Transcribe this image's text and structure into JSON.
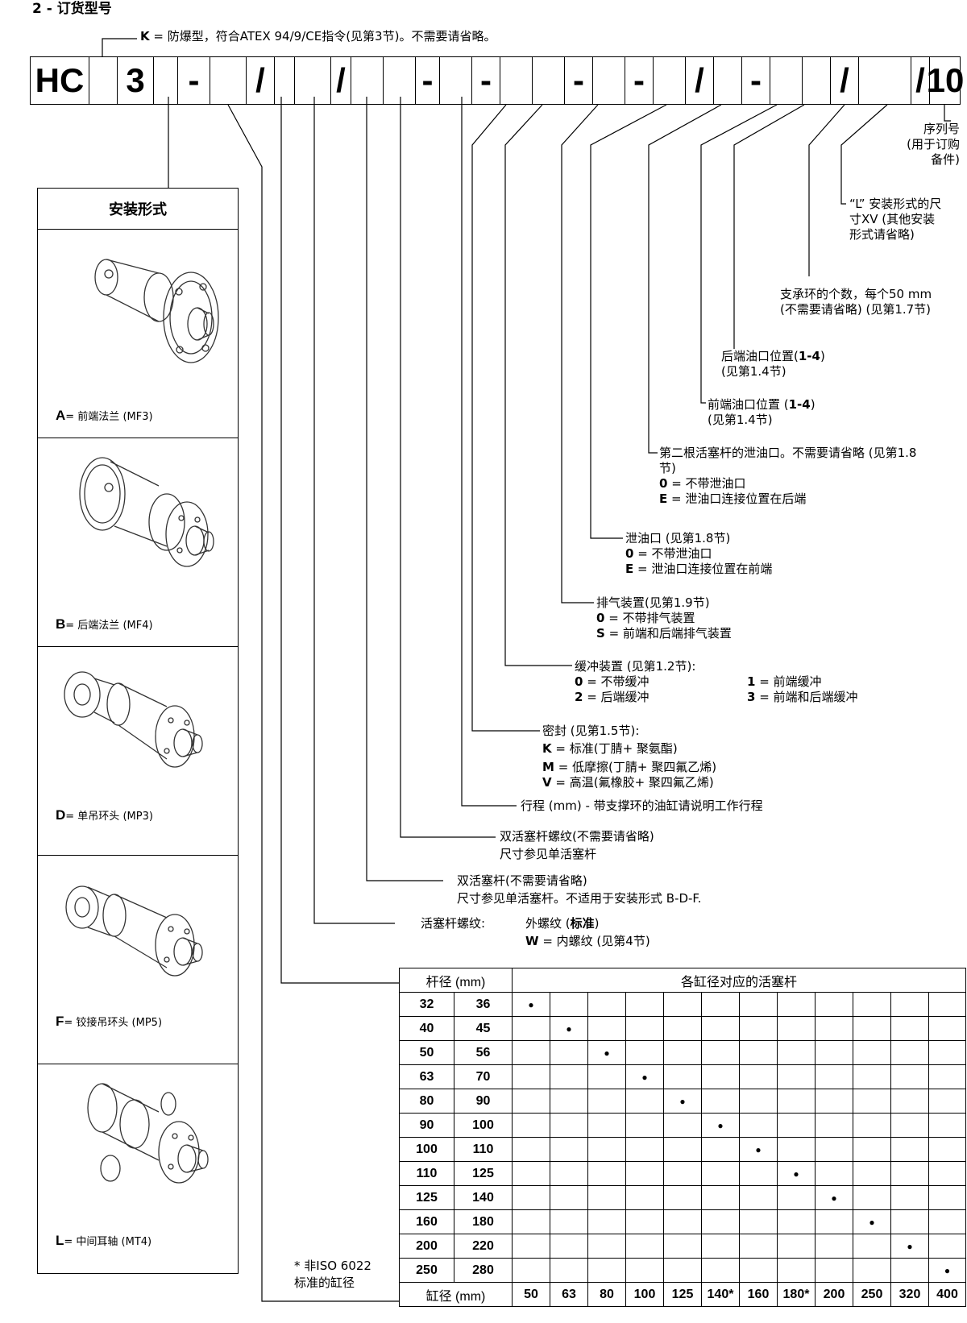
{
  "section_title": "2 - 订货型号",
  "k_note": {
    "letter": "K",
    "text": " = 防爆型，符合ATEX 94/9/CE指令(见第3节)。不需要请省略。"
  },
  "code_row": [
    "HC",
    "",
    "3",
    "",
    "-",
    "",
    "/",
    "",
    "",
    "/",
    "",
    "",
    "-",
    "",
    "-",
    "",
    "",
    "-",
    "",
    "-",
    "",
    "/",
    "",
    "-",
    "",
    "",
    "/",
    "",
    "/",
    "10"
  ],
  "serial": {
    "line1": "序列号",
    "line2": "(用于订购",
    "line3": "备件)"
  },
  "xv": {
    "line1": "“L” 安装形式的尺",
    "line2": "寸XV (其他安装",
    "line3": "形式请省略)"
  },
  "support_rings": {
    "line1": "支承环的个数，每个50 mm",
    "line2": "(不需要请省略) (见第1.7节)"
  },
  "rear_port": {
    "line1_pre": "后端油口位置(",
    "line1_bold": "1-4",
    "line1_post": ")",
    "line2": "(见第1.4节)"
  },
  "front_port": {
    "line1_pre": "前端油口位置 (",
    "line1_bold": "1-4",
    "line1_post": ")",
    "line2": "(见第1.4节)"
  },
  "second_drain": {
    "line1": "第二根活塞杆的泄油口。不需要请省略 (见第1.8",
    "line2": "节)",
    "opt0_code": "0",
    "opt0_text": " = 不带泄油口",
    "optE_code": "E",
    "optE_text": " = 泄油口连接位置在后端"
  },
  "drain": {
    "title": "泄油口 (见第1.8节)",
    "opt0_code": "0",
    "opt0_text": " = 不带泄油口",
    "optE_code": "E",
    "optE_text": " = 泄油口连接位置在前端"
  },
  "bleed": {
    "title": "排气装置(见第1.9节)",
    "opt0_code": "0",
    "opt0_text": " = 不带排气装置",
    "optS_code": "S",
    "optS_text": " = 前端和后端排气装置"
  },
  "cushion": {
    "title": "缓冲装置 (见第1.2节):",
    "opt0_code": "0",
    "opt0_text": " = 不带缓冲",
    "opt2_code": "2",
    "opt2_text": " = 后端缓冲",
    "opt1_code": "1",
    "opt1_text": " = 前端缓冲",
    "opt3_code": "3",
    "opt3_text": " = 前端和后端缓冲"
  },
  "seals": {
    "title": "密封 (见第1.5节):",
    "optK_code": "K",
    "optK_text": " = 标准(丁腈+ 聚氨酯)",
    "optM_code": "M",
    "optM_text": " = 低摩擦(丁腈+ 聚四氟乙烯)",
    "optV_code": "V",
    "optV_text": " = 高温(氟橡胶+ 聚四氟乙烯)"
  },
  "stroke": {
    "text": "行程 (mm) - 带支撑环的油缸请说明工作行程"
  },
  "double_thread": {
    "line1": "双活塞杆螺纹(不需要请省略)",
    "line2": "尺寸参见单活塞杆"
  },
  "double_rod": {
    "line1": "双活塞杆(不需要请省略)",
    "line2": "尺寸参见单活塞杆。不适用于安装形式 B-D-F."
  },
  "rod_thread": {
    "title": "活塞杆螺纹:",
    "std_pre": "外螺纹 (",
    "std_bold": "标准",
    "std_post": ")",
    "optW_code": "W",
    "optW_text": " = 内螺纹 (见第4节)"
  },
  "mounting": {
    "title": "安装形式",
    "items": [
      {
        "letter": "A",
        "text": "= 前端法兰 (MF3)"
      },
      {
        "letter": "B",
        "text": "= 后端法兰 (MF4)"
      },
      {
        "letter": "D",
        "text": "= 单吊环头 (MP3)"
      },
      {
        "letter": "F",
        "text": "= 铰接吊环头 (MP5)"
      },
      {
        "letter": "L",
        "text": "= 中间耳轴 (MT4)"
      }
    ]
  },
  "non_iso_note": {
    "line1": "* 非ISO 6022",
    "line2": "标准的缸径"
  },
  "table": {
    "rod_header": "杆径 (mm)",
    "pistons_header": "各缸径对应的活塞杆",
    "bore_header": "缸径 (mm)",
    "bores": [
      "50",
      "63",
      "80",
      "100",
      "125",
      "140*",
      "160",
      "180*",
      "200",
      "250",
      "320",
      "400"
    ],
    "rows": [
      {
        "a": "32",
        "b": "36",
        "dot": 0
      },
      {
        "a": "40",
        "b": "45",
        "dot": 1
      },
      {
        "a": "50",
        "b": "56",
        "dot": 2
      },
      {
        "a": "63",
        "b": "70",
        "dot": 3
      },
      {
        "a": "80",
        "b": "90",
        "dot": 4
      },
      {
        "a": "90",
        "b": "100",
        "dot": 5
      },
      {
        "a": "100",
        "b": "110",
        "dot": 6
      },
      {
        "a": "110",
        "b": "125",
        "dot": 7
      },
      {
        "a": "125",
        "b": "140",
        "dot": 8
      },
      {
        "a": "160",
        "b": "180",
        "dot": 9
      },
      {
        "a": "200",
        "b": "220",
        "dot": 10
      },
      {
        "a": "250",
        "b": "280",
        "dot": 11
      }
    ]
  }
}
